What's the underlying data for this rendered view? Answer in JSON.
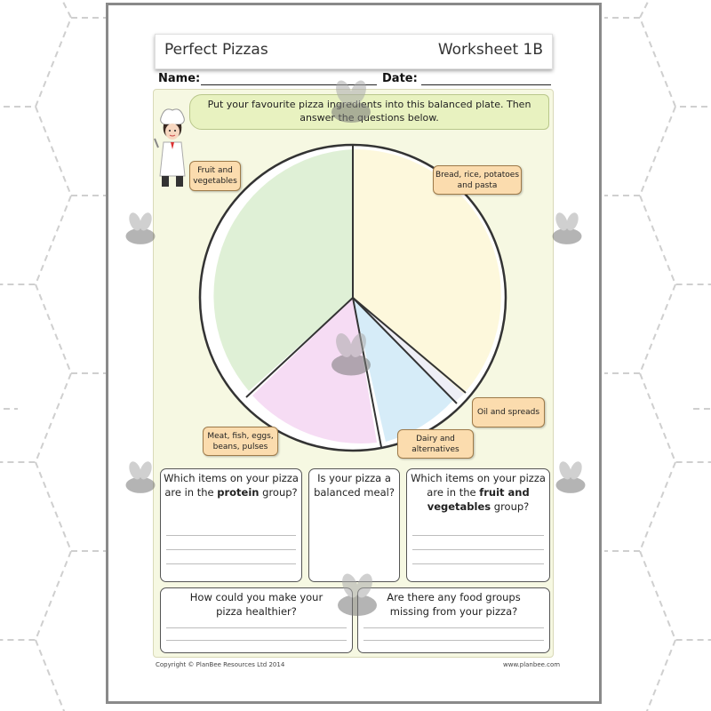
{
  "worksheet": {
    "title": "Perfect Pizzas",
    "code": "Worksheet 1B",
    "name_label": "Name:",
    "date_label": "Date:",
    "instruction": "Put your favourite pizza ingredients into this balanced plate. Then answer the questions below."
  },
  "plate_sections": [
    {
      "label": "Fruit and vegetables",
      "color": "#dff0d6"
    },
    {
      "label": "Bread, rice, potatoes and pasta",
      "color": "#fdf8dc"
    },
    {
      "label": "Meat, fish, eggs, beans, pulses",
      "color": "#f6dcf4"
    },
    {
      "label": "Dairy and alternatives",
      "color": "#d6ecf8"
    },
    {
      "label": "Oil and spreads",
      "color": "#f0f0f8"
    }
  ],
  "questions": [
    {
      "pre": "Which items on your pizza are in the ",
      "bold": "protein",
      "post": " group?"
    },
    {
      "pre": "Is your pizza a balanced meal?",
      "bold": "",
      "post": ""
    },
    {
      "pre": "Which items on your pizza are in the ",
      "bold": "fruit and vegetables",
      "post": " group?"
    },
    {
      "pre": "How could you make your pizza healthier?",
      "bold": "",
      "post": ""
    },
    {
      "pre": "Are there any food groups missing from your pizza?",
      "bold": "",
      "post": ""
    }
  ],
  "footer": {
    "copyright": "Copyright © PlanBee Resources Ltd 2014",
    "website": "www.planbee.com"
  }
}
